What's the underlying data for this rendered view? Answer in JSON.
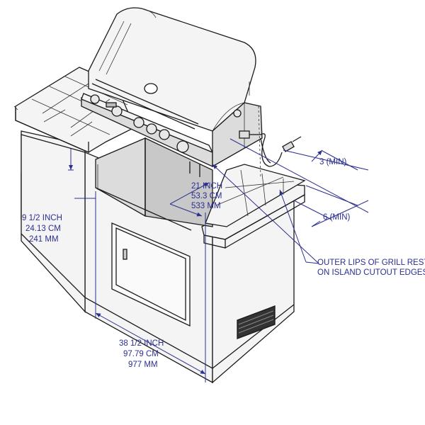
{
  "colors": {
    "dimension": "#2b2f8f",
    "line": "#1a1a1a",
    "background": "#ffffff"
  },
  "labels": {
    "depth": [
      "9 1/2 INCH",
      "24.13 CM",
      "241 MM"
    ],
    "cutout_width": [
      "21 INCH",
      "53.3 CM",
      "533 MM"
    ],
    "island_width": [
      "38 1/2 INCH",
      "97.79 CM",
      "977 MM"
    ],
    "clearance_back": "3 (MIN)",
    "clearance_side": "6 (MIN)",
    "note": [
      "OUTER LIPS OF GRILL RESTS",
      "ON ISLAND CUTOUT EDGES"
    ]
  }
}
